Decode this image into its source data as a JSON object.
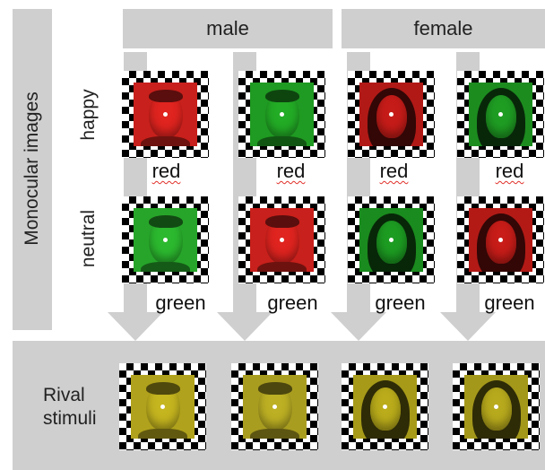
{
  "sections": {
    "monocular_label": "Monocular images",
    "rival_label": "Rival\nstimuli"
  },
  "columns": {
    "male": "male",
    "female": "female"
  },
  "rows": {
    "happy": "happy",
    "neutral": "neutral"
  },
  "tiles": {
    "happy": [
      {
        "label": "red",
        "face": "male-happy",
        "color": "#c8201c"
      },
      {
        "label": "red",
        "face": "male-happy",
        "color": "#1f9a22"
      },
      {
        "label": "red",
        "face": "female-happy",
        "color": "#b11916"
      },
      {
        "label": "red",
        "face": "female-happy",
        "color": "#1c8c1f"
      }
    ],
    "neutral": [
      {
        "label": "green",
        "face": "male-neutral",
        "color": "#27a52a"
      },
      {
        "label": "green",
        "face": "male-neutral",
        "color": "#c8201c"
      },
      {
        "label": "green",
        "face": "female-neutral",
        "color": "#1a8b1e"
      },
      {
        "label": "green",
        "face": "female-neutral",
        "color": "#b31a16"
      }
    ],
    "rival": [
      {
        "face": "male-rival",
        "color": "#b0a21c"
      },
      {
        "face": "male-rival",
        "color": "#a99d20"
      },
      {
        "face": "female-rival",
        "color": "#a69a18"
      },
      {
        "face": "female-rival",
        "color": "#a4981a"
      }
    ]
  },
  "colors": {
    "band": "#cfcfcf",
    "squiggle": "#e0302a"
  }
}
